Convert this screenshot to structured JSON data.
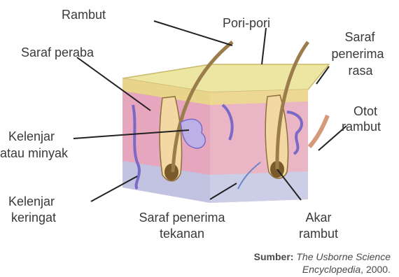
{
  "labels": {
    "rambut": "Rambut",
    "pori_pori": "Pori-pori",
    "saraf_peraba": "Saraf peraba",
    "saraf_penerima_rasa_1": "Saraf",
    "saraf_penerima_rasa_2": "penerima",
    "saraf_penerima_rasa_3": "rasa",
    "otot_rambut_1": "Otot",
    "otot_rambut_2": "rambut",
    "kelenjar_minyak_1": "Kelenjar",
    "kelenjar_minyak_2": "atau minyak",
    "kelenjar_keringat_1": "Kelenjar",
    "kelenjar_keringat_2": "keringat",
    "saraf_penerima_tekanan_1": "Saraf penerima",
    "saraf_penerima_tekanan_2": "tekanan",
    "akar_rambut_1": "Akar",
    "akar_rambut_2": "rambut"
  },
  "source": {
    "prefix": "Sumber:",
    "title_1": "The Usborne Science",
    "title_2": "Encyclopedia",
    "year": ", 2000."
  },
  "colors": {
    "epidermis_top": "#e9e29a",
    "dermis": "#e7a9c0",
    "hypodermis": "#b9c7e6",
    "hair": "#a88a5a",
    "leader": "#222222"
  }
}
